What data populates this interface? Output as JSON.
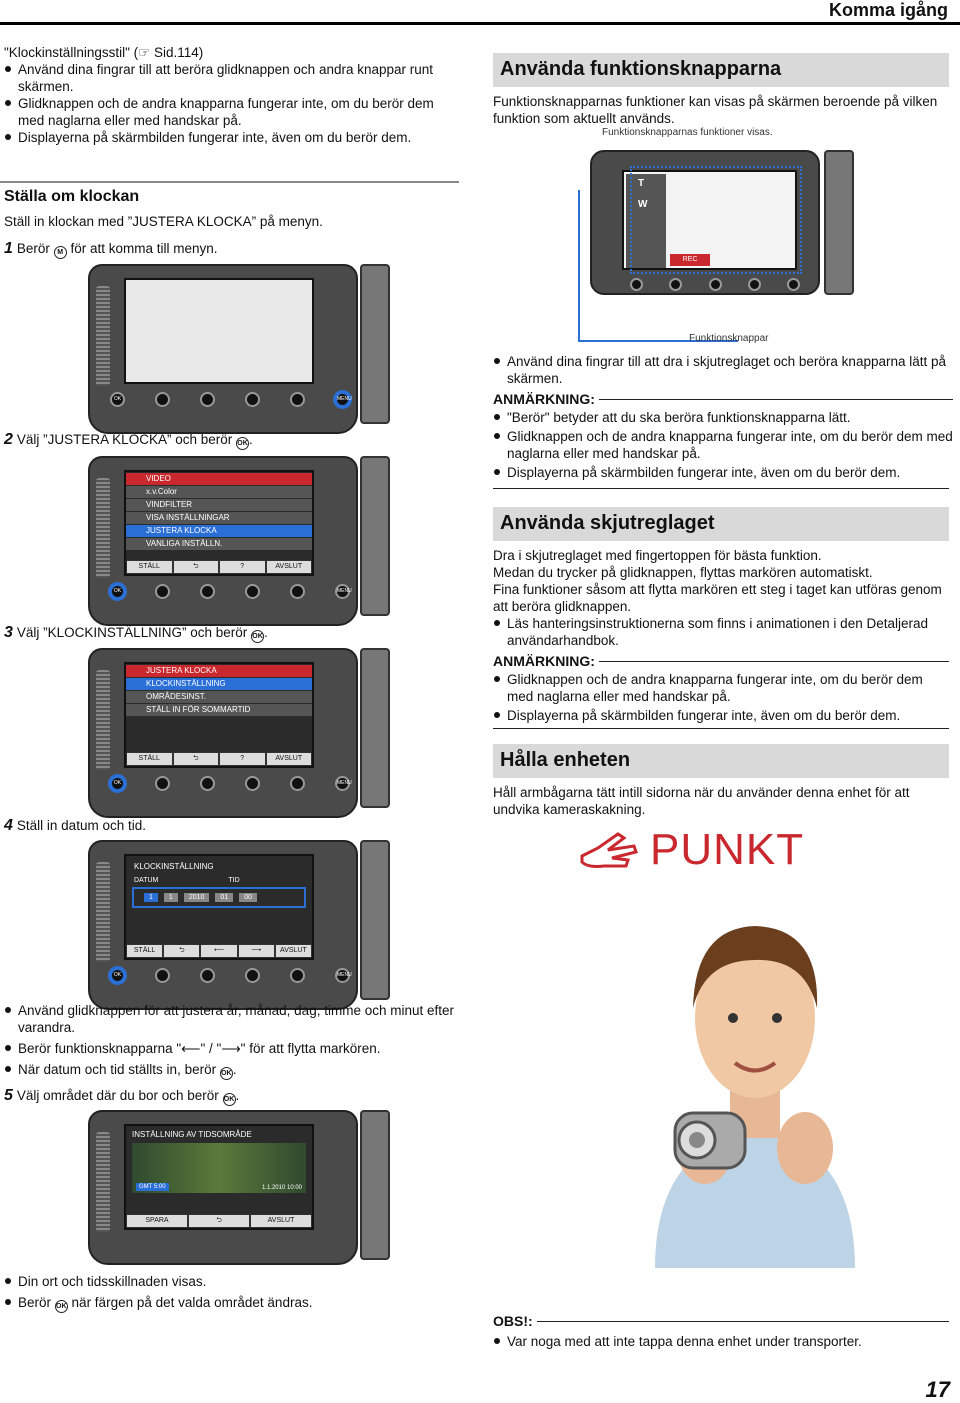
{
  "header": "Komma igång",
  "left_intro": {
    "ref": "\"Klockinställningsstil\"  (☞ Sid.114)",
    "bullets": [
      "Använd dina fingrar till att beröra glidknappen och andra knappar runt skärmen.",
      "Glidknappen och de andra knapparna fungerar inte, om du berör dem med naglarna eller med handskar på.",
      "Displayerna på skärmbilden fungerar inte, även om du berör dem."
    ]
  },
  "clock": {
    "title": "Ställa om klockan",
    "intro": "Ställ in klockan med ”JUSTERA KLOCKA” på menyn.",
    "step1": {
      "num": "1",
      "pre": "Berör",
      "post": "för att komma till menyn."
    },
    "step2": {
      "num": "2",
      "pre": "Välj ”JUSTERA KLOCKA” och berör",
      "post": "."
    },
    "step3": {
      "num": "3",
      "pre": "Välj ”KLOCKINSTÄLLNING” och berör",
      "post": "."
    },
    "step4": {
      "num": "4",
      "text": "Ställ in datum och tid."
    },
    "step4_bullets": [
      "Använd glidknappen för att justera år, månad, dag, timme och minut efter varandra.",
      "Berör funktionsknapparna \"⟵\" / \"⟶\" för att flytta markören."
    ],
    "step4_last": {
      "pre": "När datum och tid ställts in, berör",
      "post": "."
    },
    "step5": {
      "num": "5",
      "pre": "Välj området där du bor och berör",
      "post": "."
    },
    "step5_b1": "Din ort och tidsskillnaden visas.",
    "step5_b2": {
      "pre": "Berör",
      "post": "när färgen på det valda området ändras."
    }
  },
  "menu2": {
    "rows": [
      "VIDEO",
      "x.v.Color",
      "VINDFILTER",
      "VISA INSTÄLLNINGAR",
      "JUSTERA KLOCKA",
      "VANLIGA INSTÄLLN."
    ],
    "keys": [
      "STÄLL",
      "⮌",
      "?",
      "AVSLUT"
    ]
  },
  "menu3": {
    "rows": [
      "JUSTERA KLOCKA",
      "KLOCKINSTÄLLNING",
      "OMRÅDESINST.",
      "STÄLL IN FÖR SOMMARTID"
    ],
    "keys": [
      "STÄLL",
      "⮌",
      "?",
      "AVSLUT"
    ]
  },
  "menu4": {
    "title": "KLOCKINSTÄLLNING",
    "datum": "DATUM",
    "tid": "TID",
    "fields": [
      "1",
      "1",
      "2010",
      "01",
      "00"
    ],
    "keys": [
      "STÄLL",
      "⮌",
      "⟵",
      "⟶",
      "AVSLUT"
    ]
  },
  "menu5": {
    "title": "INSTÄLLNING AV TIDSOMRÅDE",
    "gmt": "GMT  5:00",
    "date": "1.1.2010 10:00",
    "keys": [
      "SPARA",
      "⮌",
      "AVSLUT"
    ]
  },
  "func": {
    "title": "Använda funktionsknapparna",
    "intro": "Funktionsknapparnas funktioner kan visas på skärmen beroende på vilken funktion som aktuellt används.",
    "caption_top": "Funktionsknapparnas funktioner visas.",
    "caption_bottom": "Funktionsknappar",
    "screen": {
      "t": "T",
      "w": "W",
      "rec": "REC"
    },
    "bullet": "Använd dina fingrar till att dra i skjutreglaget och beröra knapparna lätt på skärmen.",
    "note_title": "ANMÄRKNING:",
    "notes": [
      "\"Berör\" betyder att du ska beröra funktionsknapparna lätt.",
      "Glidknappen och de andra knapparna fungerar inte, om du berör dem med naglarna eller med handskar på.",
      "Displayerna på skärmbilden fungerar inte, även om du berör dem."
    ]
  },
  "slider": {
    "title": "Använda skjutreglaget",
    "paras": [
      "Dra i skjutreglaget med fingertoppen för bästa funktion.",
      "Medan du trycker på glidknappen, flyttas markören automatiskt.",
      "Fina funktioner såsom att flytta markören ett steg i taget kan utföras genom att beröra glidknappen."
    ],
    "bullet": "Läs hanteringsinstruktionerna som finns i animationen i den Detaljerad användarhandbok.",
    "note_title": "ANMÄRKNING:",
    "notes": [
      "Glidknappen och de andra knapparna fungerar inte, om du berör dem med naglarna eller med handskar på.",
      "Displayerna på skärmbilden fungerar inte, även om du berör dem."
    ]
  },
  "hold": {
    "title": "Hålla enheten",
    "text": "Håll armbågarna tätt intill sidorna när du använder denna enhet för att undvika kameraskakning.",
    "punkt": "PUNKT"
  },
  "obs": {
    "title": "OBS!:",
    "bullet": "Var noga med att inte tappa denna enhet under transporter."
  },
  "ok": "OK",
  "menu_icon": "MENU",
  "page": "17",
  "colors": {
    "accent": "#2a6fd6",
    "section_bg": "#d9d9d9",
    "punkt": "#c8282e"
  }
}
